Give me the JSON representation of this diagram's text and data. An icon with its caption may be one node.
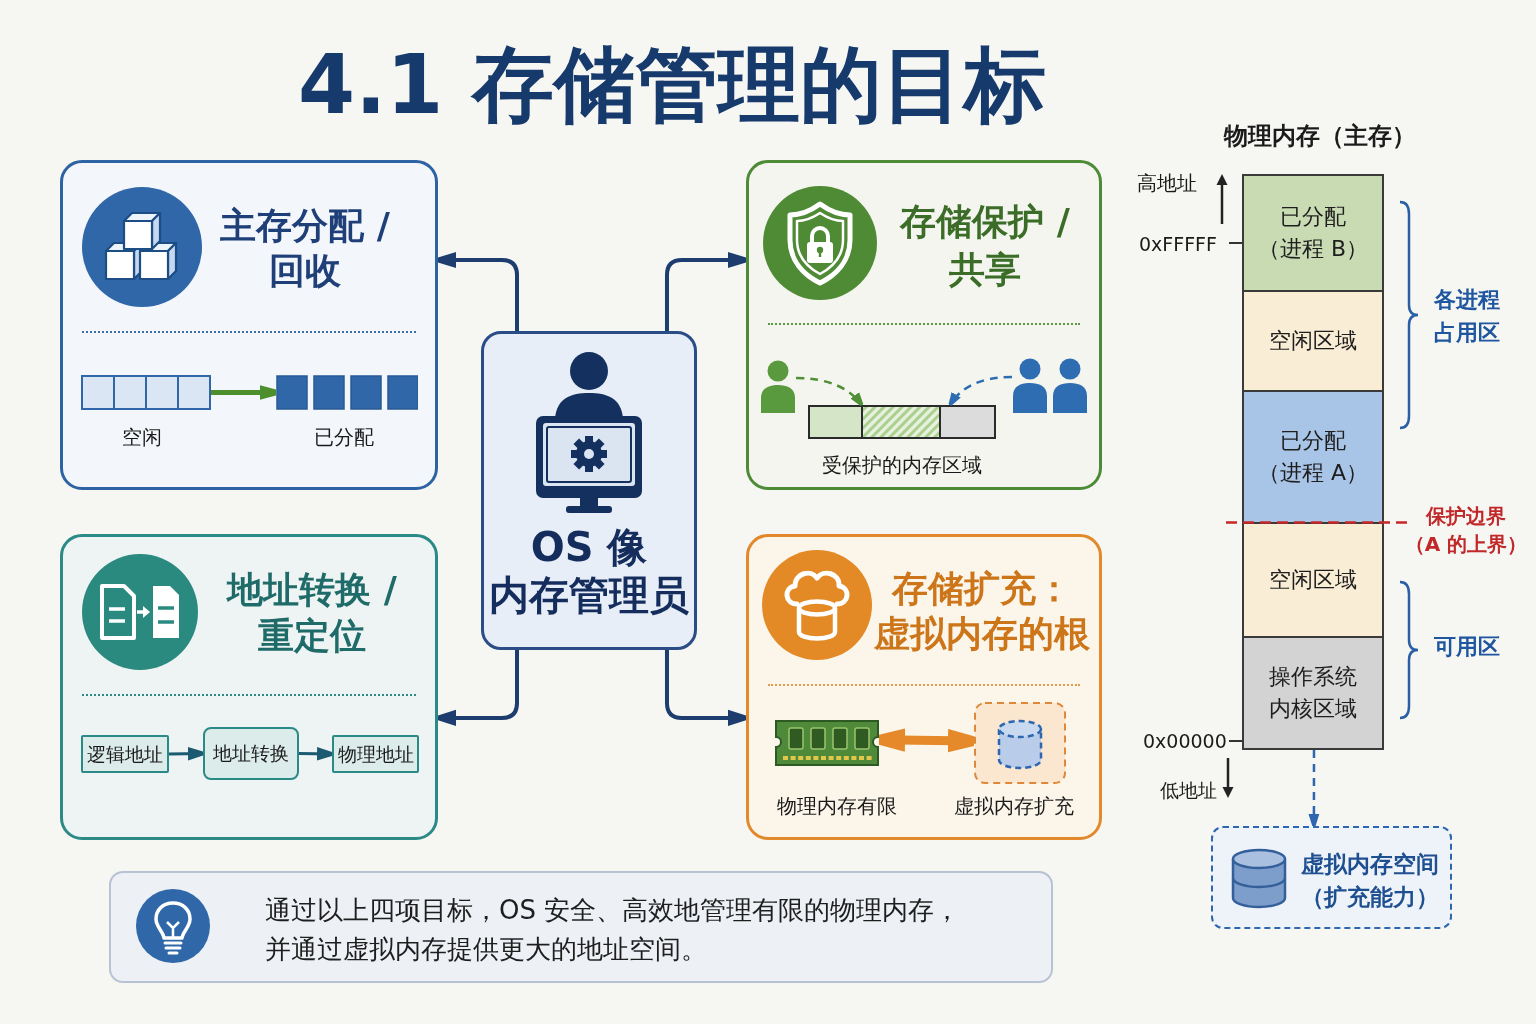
{
  "diagram": {
    "title": "4.1 存储管理的目标",
    "nodes": [
      {
        "text": [
          "主存分配 / 回收"
        ]
      },
      {
        "text": [],
        "shape": "bar",
        "beside": [
          "空闲"
        ],
        "in": 0
      },
      {
        "text": [],
        "shape": "bar",
        "beside": [
          "已分配"
        ],
        "in": 0
      },
      {
        "text": [
          "存储保护 / 共享"
        ]
      },
      {
        "text": [],
        "shape": "person",
        "in": 3
      },
      {
        "text": [],
        "shape": "person",
        "in": 3
      },
      {
        "text": [],
        "shape": "bar",
        "beside": [
          "受保护的内存区域"
        ],
        "in": 3
      },
      {
        "text": [
          "OS 像",
          "内存管理员"
        ]
      },
      {
        "text": [
          "地址转换 / 重定位"
        ]
      },
      {
        "text": [
          "逻辑地址"
        ],
        "in": 8
      },
      {
        "text": [
          "地址转换"
        ],
        "in": 8
      },
      {
        "text": [
          "物理地址"
        ],
        "in": 8
      },
      {
        "text": [
          "存储扩充：虚拟内存的根"
        ]
      },
      {
        "text": [],
        "shape": "picture",
        "beside": [
          "物理内存有限"
        ],
        "in": 12
      },
      {
        "text": [],
        "shape": "box",
        "beside": [
          "虚拟内存扩充"
        ],
        "in": 12
      },
      {
        "text": [
          "已分配（进程 B）"
        ]
      },
      {
        "text": [
          "空闲区域"
        ]
      },
      {
        "text": [
          "已分配（进程 A）"
        ]
      },
      {
        "text": [
          "空闲区域"
        ]
      },
      {
        "text": [
          "操作系统内核区域"
        ]
      },
      {
        "text": [
          "虚拟内存空间（扩充能力）"
        ]
      },
      {
        "text": [
          "通过以上四项目标，OS 安全、高效地管理有限的物理内存，并通过虚拟内存提供更大的地址空间。"
        ]
      }
    ],
    "edges": [
      {
        "from": 7,
        "to": 0,
        "arrow": "to"
      },
      {
        "from": 7,
        "to": 3,
        "arrow": "to"
      },
      {
        "from": 7,
        "to": 8,
        "arrow": "to"
      },
      {
        "from": 7,
        "to": 12,
        "arrow": "to"
      },
      {
        "from": 1,
        "to": 2,
        "arrow": "to",
        "color": "#4c8f2c"
      },
      {
        "from": 4,
        "to": 6,
        "arrow": "to",
        "style": "dashed",
        "color": "#4f8f35"
      },
      {
        "from": 5,
        "to": 6,
        "arrow": "to",
        "style": "dashed",
        "color": "#2f6db3"
      },
      {
        "from": 9,
        "to": 10,
        "arrow": "to",
        "color": "#1c5a72"
      },
      {
        "from": 10,
        "to": 11,
        "arrow": "to",
        "color": "#1c5a72"
      },
      {
        "from": 13,
        "to": 14,
        "arrow": "both",
        "style": "thick",
        "color": "#e5892a"
      },
      {
        "from": 19,
        "to": 20,
        "arrow": "to",
        "style": "dashed",
        "color": "#2f66b0"
      }
    ],
    "labels": [
      "物理内存（主存）",
      "高地址",
      "0xFFFFF",
      "各进程占用区",
      "保护边界（A 的上界）",
      "可用区",
      "0x00000",
      "低地址"
    ]
  }
}
